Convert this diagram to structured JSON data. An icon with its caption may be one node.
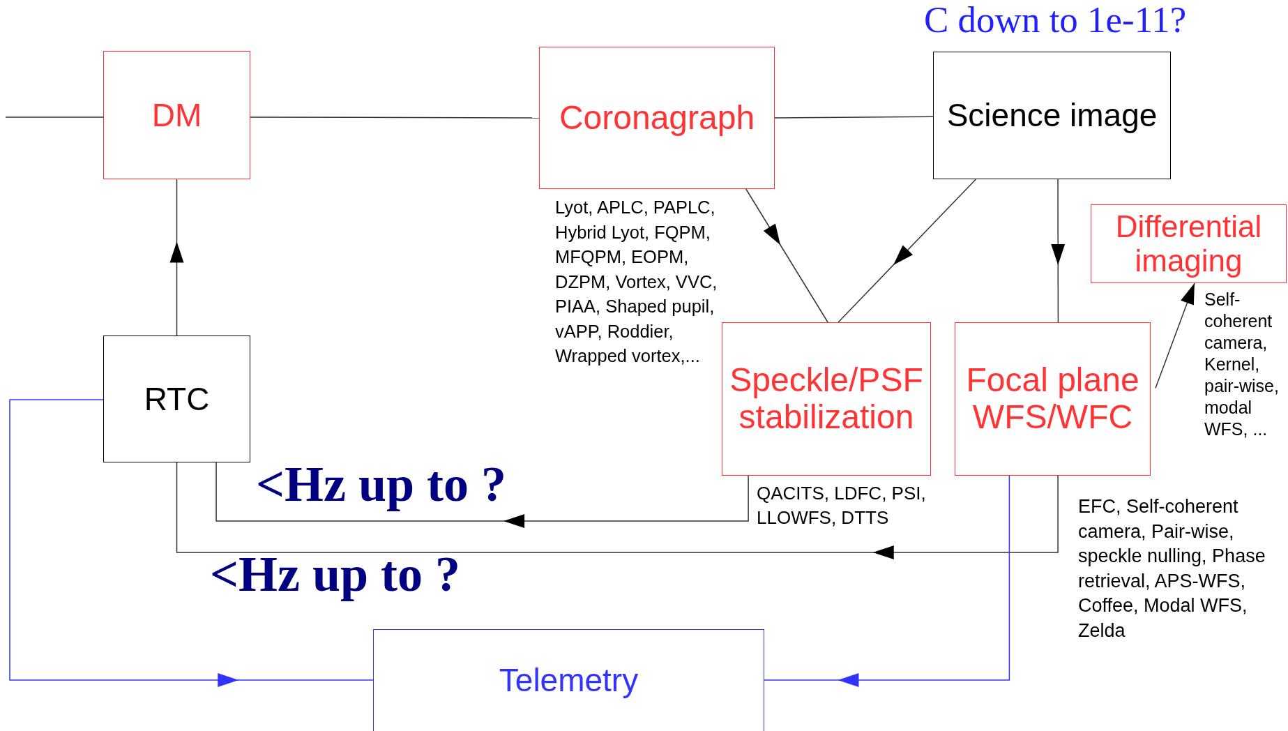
{
  "diagram": {
    "nodes": [
      {
        "text": [
          "DM"
        ]
      },
      {
        "text": [
          "Coronagraph"
        ],
        "beside": [
          "Lyot, APLC, PAPLC, Hybrid Lyot, FQPM, MFQPM, EOPM, DZPM, Vortex, VVC, PIAA, Shaped pupil, vAPP, Roddier, Wrapped vortex,..."
        ]
      },
      {
        "text": [
          "Science image"
        ]
      },
      {
        "text": [
          "Differential imaging"
        ],
        "beside": [
          "Self-coherent camera, Kernel, pair-wise, modal WFS, ..."
        ]
      },
      {
        "text": [
          "Speckle/PSF stabilization"
        ],
        "beside": [
          "QACITS, LDFC, PSI, LLOWFS, DTTS"
        ]
      },
      {
        "text": [
          "Focal plane WFS/WFC"
        ],
        "beside": [
          "EFC, Self-coherent camera, Pair-wise, speckle nulling, Phase retrieval, APS-WFS, Coffee, Modal WFS, Zelda"
        ]
      },
      {
        "text": [
          "RTC"
        ]
      },
      {
        "text": [
          "Telemetry"
        ]
      }
    ],
    "edges": [
      {
        "from": null,
        "to": 0,
        "arrow": "none"
      },
      {
        "from": 0,
        "to": 1,
        "arrow": "none"
      },
      {
        "from": 1,
        "to": 2,
        "arrow": "none"
      },
      {
        "from": 1,
        "to": 4,
        "arrow": "to"
      },
      {
        "from": 2,
        "to": 4,
        "arrow": "to"
      },
      {
        "from": 2,
        "to": 5,
        "arrow": "to"
      },
      {
        "from": 5,
        "to": 3,
        "arrow": "to"
      },
      {
        "from": 6,
        "to": 0,
        "arrow": "to"
      },
      {
        "from": 4,
        "to": 6,
        "arrow": "to"
      },
      {
        "from": 5,
        "to": 6,
        "arrow": "to"
      },
      {
        "from": 6,
        "to": 7,
        "arrow": "to",
        "color": "#3333ff"
      },
      {
        "from": 5,
        "to": 7,
        "arrow": "to",
        "color": "#3333ff"
      }
    ],
    "labels": [
      "C down to 1e-11?",
      "<Hz up to ?",
      "<Hz up to ?"
    ]
  }
}
